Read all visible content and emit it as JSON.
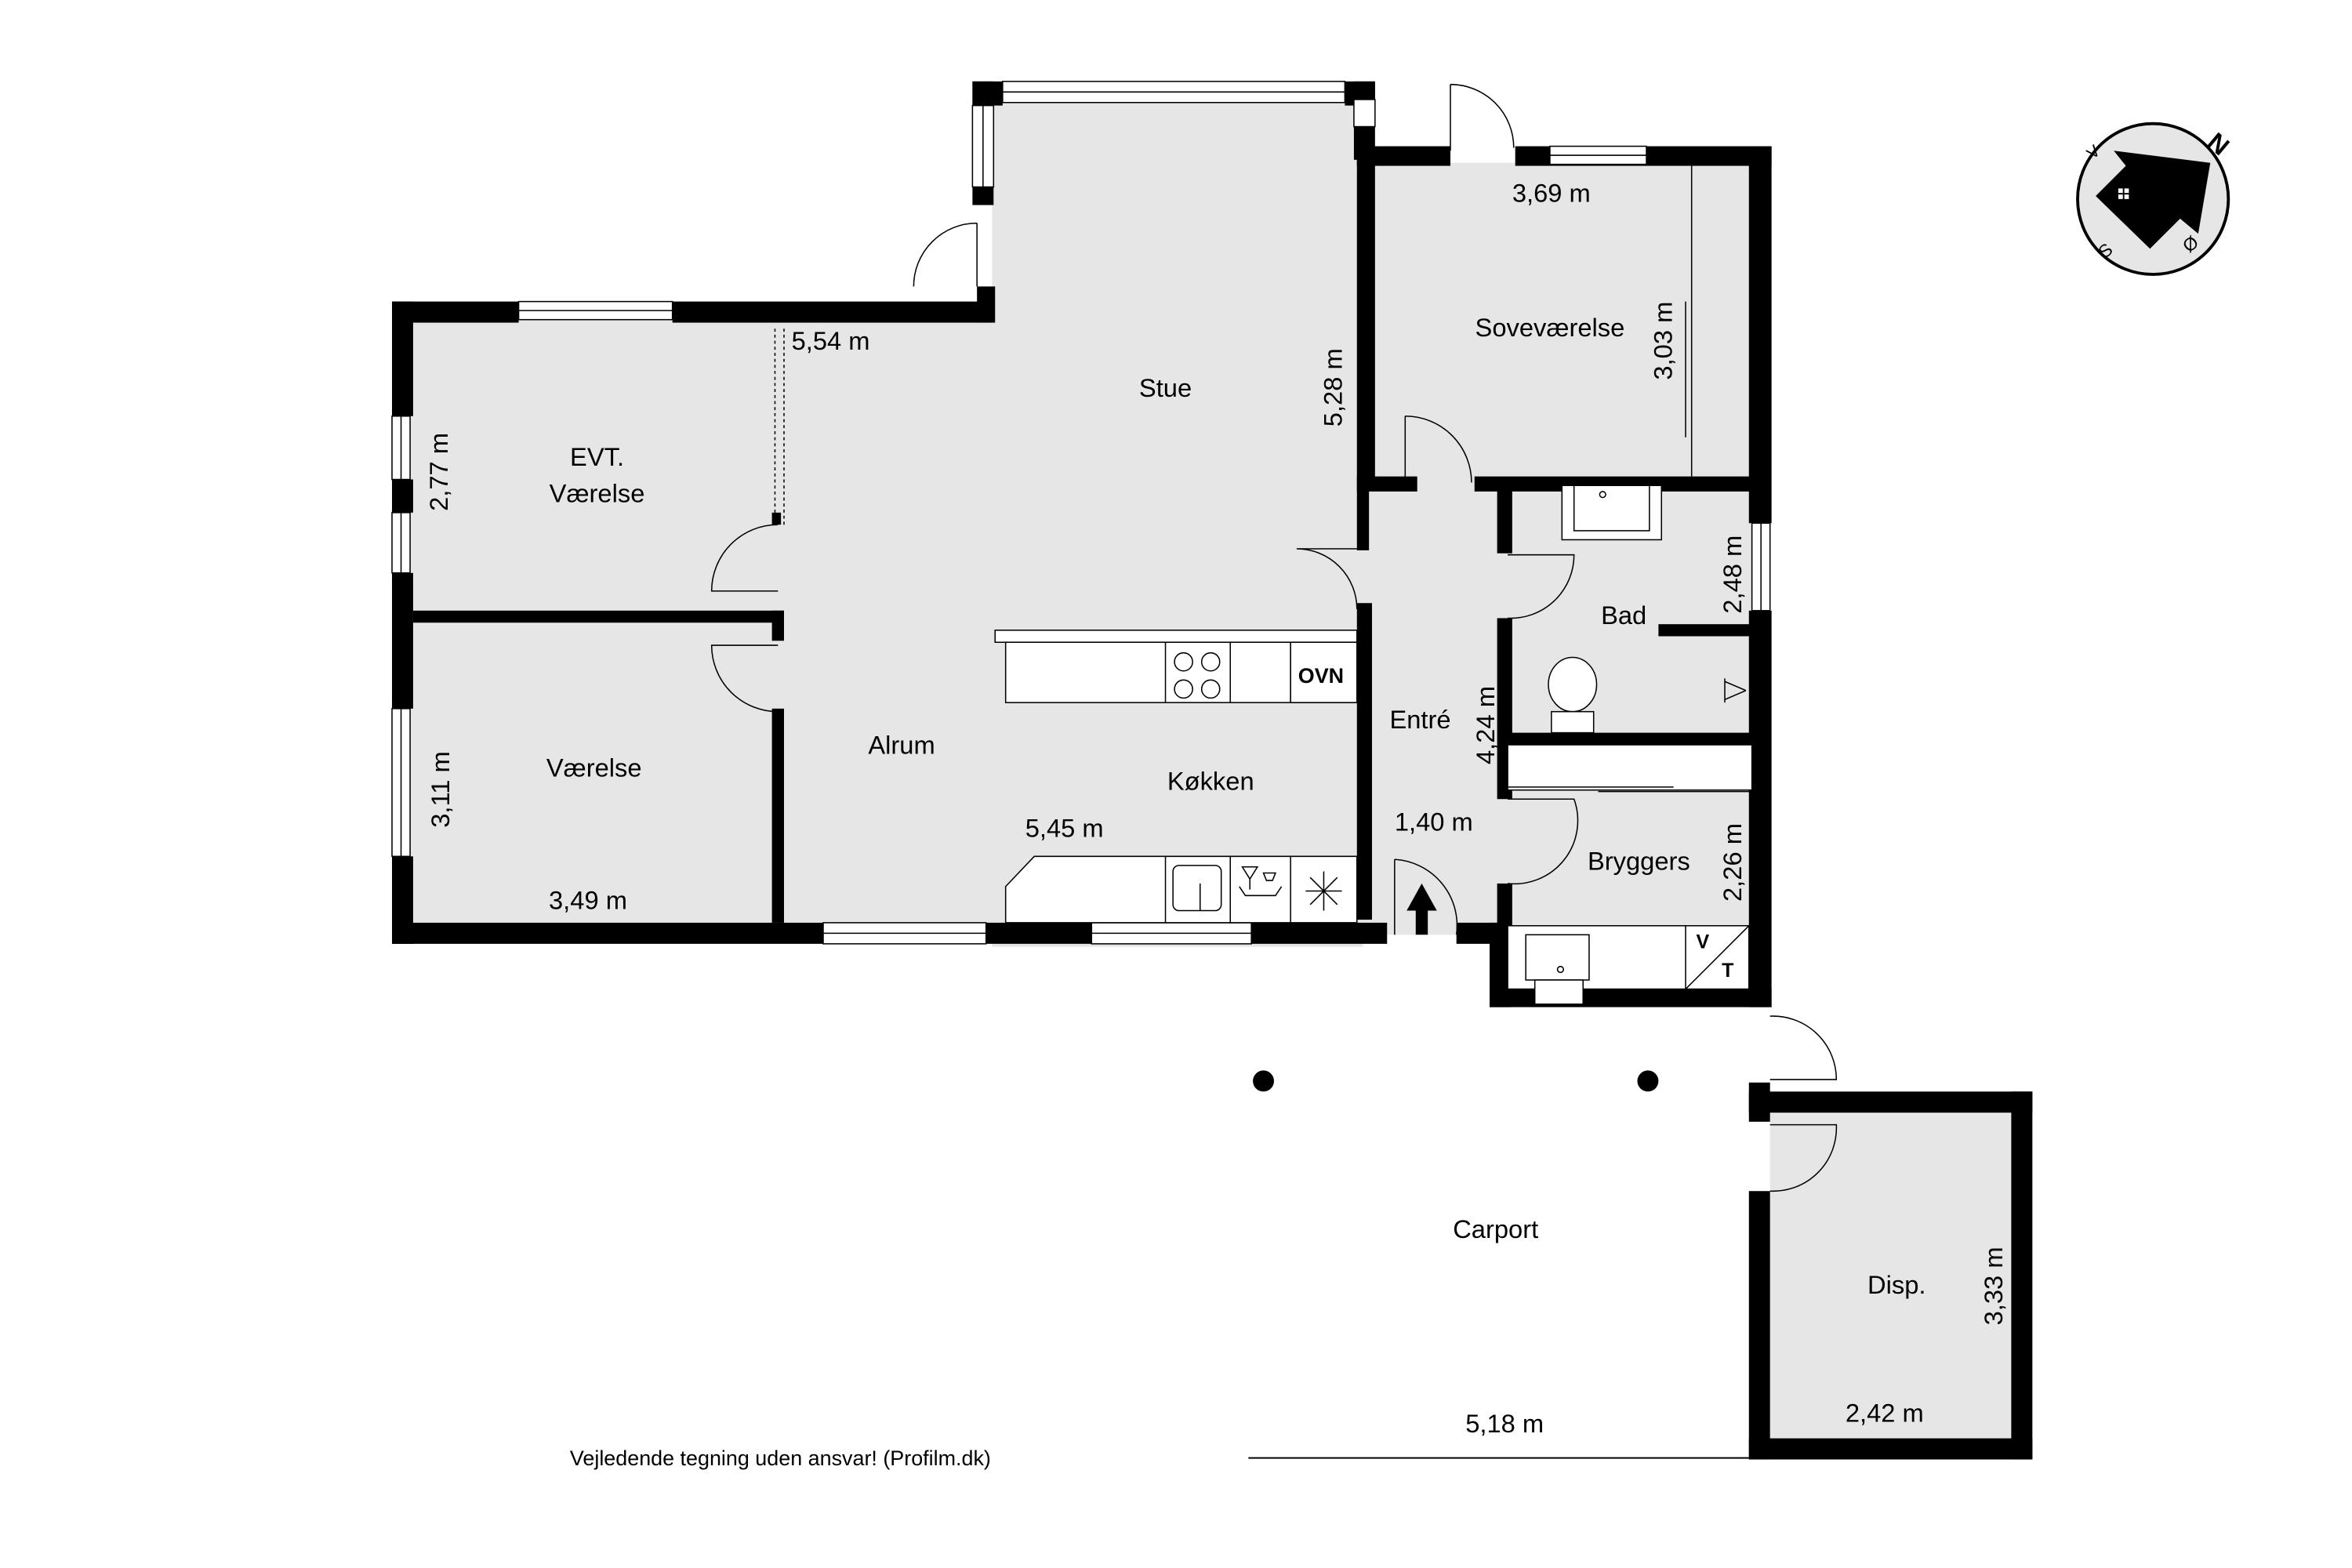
{
  "plan": {
    "rooms": [
      {
        "id": "stue",
        "name": "Stue"
      },
      {
        "id": "sovevaerelse",
        "name": "Soveværelse"
      },
      {
        "id": "evt_vaerelse",
        "name_line1": "EVT.",
        "name_line2": "Værelse"
      },
      {
        "id": "vaerelse",
        "name": "Værelse"
      },
      {
        "id": "alrum",
        "name": "Alrum"
      },
      {
        "id": "kokken",
        "name": "Køkken"
      },
      {
        "id": "entre",
        "name": "Entré"
      },
      {
        "id": "bad",
        "name": "Bad"
      },
      {
        "id": "bryggers",
        "name": "Bryggers"
      },
      {
        "id": "carport",
        "name": "Carport"
      },
      {
        "id": "disp",
        "name": "Disp."
      }
    ],
    "dimensions": {
      "stue_width": "5,54 m",
      "stue_height": "5,28 m",
      "sove_width": "3,69 m",
      "sove_height": "3,03 m",
      "evt_height": "2,77 m",
      "vaerelse_height": "3,11 m",
      "vaerelse_width": "3,49 m",
      "alrum_width": "5,45 m",
      "entre_height": "4,24 m",
      "entre_width": "1,40 m",
      "bad_height": "2,48 m",
      "bryggers_height": "2,26 m",
      "carport_width": "5,18 m",
      "disp_height": "3,33 m",
      "disp_width": "2,42 m"
    },
    "appliances": {
      "oven": "OVN",
      "vt_v": "V",
      "vt_t": "T"
    },
    "compass": {
      "n": "N",
      "v": "V",
      "s": "S",
      "o": "Ø"
    },
    "disclaimer": "Vejledende tegning uden ansvar! (Profilm.dk)"
  },
  "colors": {
    "floor": "#e6e6e6",
    "wall": "#000000",
    "background": "#ffffff"
  }
}
